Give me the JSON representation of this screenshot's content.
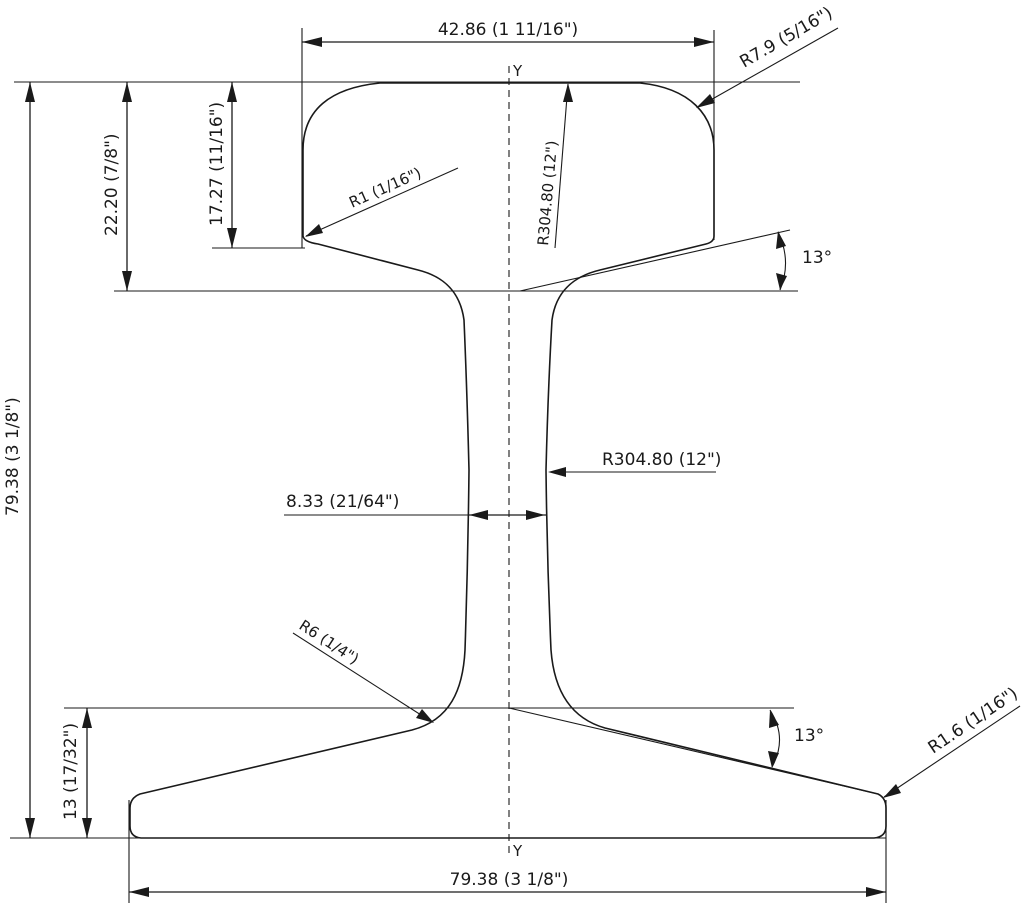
{
  "drawing": {
    "subject": "Rail cross-section profile",
    "axis_label_top": "Y",
    "axis_label_bottom": "Y",
    "colors": {
      "line": "#1a1a1a",
      "background": "#ffffff"
    }
  },
  "dimensions": {
    "head_width": "42.86 (1 11/16\")",
    "head_corner_radius": "R7.9 (5/16\")",
    "head_top_radius": "R304.80 (12\")",
    "head_under_radius": "R1 (1/16\")",
    "total_height": "79.38 (3 1/8\")",
    "head_depth": "22.20 (7/8\")",
    "head_side_height": "17.27 (11/16\")",
    "head_underside_angle": "13°",
    "web_radius": "R304.80 (12\")",
    "web_thickness": "8.33 (21/64\")",
    "web_base_fillet": "R6 (1/4\")",
    "foot_angle": "13°",
    "foot_tip_radius": "R1.6 (1/16\")",
    "foot_height": "13 (17/32\")",
    "base_width": "79.38 (3 1/8\")"
  }
}
